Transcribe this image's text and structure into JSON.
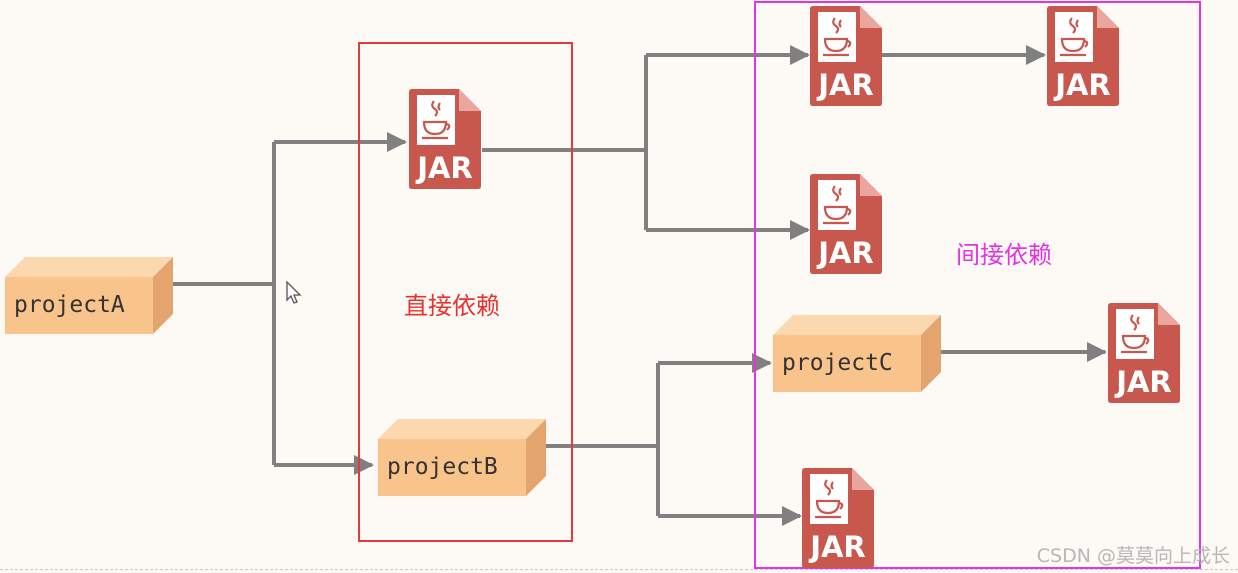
{
  "colors": {
    "background": "#fdf9f5",
    "connector": "#808080",
    "box_front": "#f9c48c",
    "box_top": "#fbd8ae",
    "box_side": "#e3a56d",
    "jar": "#c8584d",
    "direct_frame": "#e23b3b",
    "indirect_frame": "#e433e4"
  },
  "nodes": {
    "projectA": "projectA",
    "projectB": "projectB",
    "projectC": "projectC",
    "jar_label": "JAR"
  },
  "regions": {
    "direct": "直接依赖",
    "indirect": "间接依赖"
  },
  "icons": {
    "jar": "jar-file-icon",
    "java": "java-cup-icon",
    "cursor": "mouse-pointer-icon"
  },
  "watermark": "CSDN @莫莫向上成长"
}
